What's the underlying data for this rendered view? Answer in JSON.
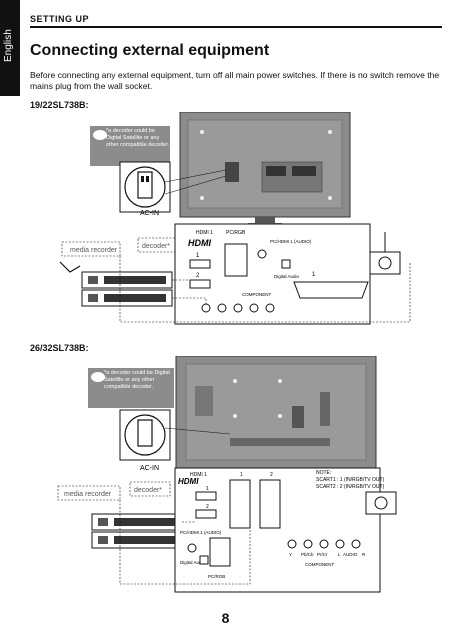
{
  "header": {
    "language_tab": "English",
    "section": "SETTING UP",
    "title": "Connecting external equipment",
    "intro": "Before connecting any external equipment, turn off all main power switches. If there is no switch remove the mains plug from the wall socket."
  },
  "diagram1": {
    "model": "19/22SL738B:",
    "decoder_note": "*a decoder could be Digital Satellite or any other compatible decoder.",
    "ac_in": "AC-IN",
    "media_recorder": "media recorder",
    "decoder": "decoder*",
    "hdmi1": "HDMI 1",
    "hdmi_logo": "HDMI",
    "pc_rgb": "PC/RGB",
    "pc_hdmi1_audio": "PC/HDMI 1 (AUDIO)",
    "digital_audio": "Digital Audio",
    "component": "COMPONENT",
    "scart": "1",
    "port1": "1",
    "port2": "2"
  },
  "diagram2": {
    "model": "26/32SL738B:",
    "decoder_note": "*a decoder could be Digital Satellite or any other compatible decoder.",
    "ac_in": "AC-IN",
    "media_recorder": "media recorder",
    "decoder": "decoder*",
    "hdmi1": "HDMI 1",
    "hdmi_logo": "HDMI",
    "scart1": "1",
    "scart2": "2",
    "note_title": "NOTE:",
    "note_scart1": "SCART1 : 1 (IN/RGB/TV OUT)",
    "note_scart2": "SCART2 : 2 (IN/RGB/TV OUT)",
    "pc_hdmi1_audio": "PC/HDMI 1 (AUDIO)",
    "digital_audio": "Digital Audio",
    "pc_rgb": "PC/RGB",
    "component": "COMPONENT",
    "y": "Y",
    "pb": "Pb/Cb",
    "pr": "Pr/Cr",
    "audio_l": "L",
    "audio": "AUDIO",
    "audio_r": "R",
    "port1": "1",
    "port2": "2"
  },
  "footer": {
    "page_number": "8"
  },
  "colors": {
    "tab_bg": "#111111",
    "tv_body": "#8c8c8c",
    "screen_dark": "#555555"
  }
}
